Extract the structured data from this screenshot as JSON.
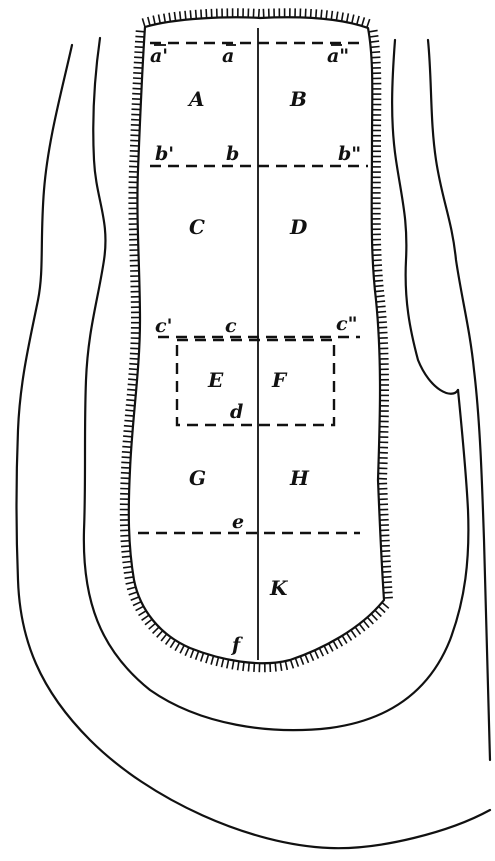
{
  "labels": {
    "a_prime": "a'",
    "a": "a",
    "a_double": "a\"",
    "b_prime": "b'",
    "b": "b",
    "b_double": "b\"",
    "c_prime": "c'",
    "c": "c",
    "c_double": "c\"",
    "d": "d",
    "e": "e",
    "f": "f",
    "A": "A",
    "B": "B",
    "C": "C",
    "D": "D",
    "E": "E",
    "F": "F",
    "G": "G",
    "H": "H",
    "K": "K"
  }
}
